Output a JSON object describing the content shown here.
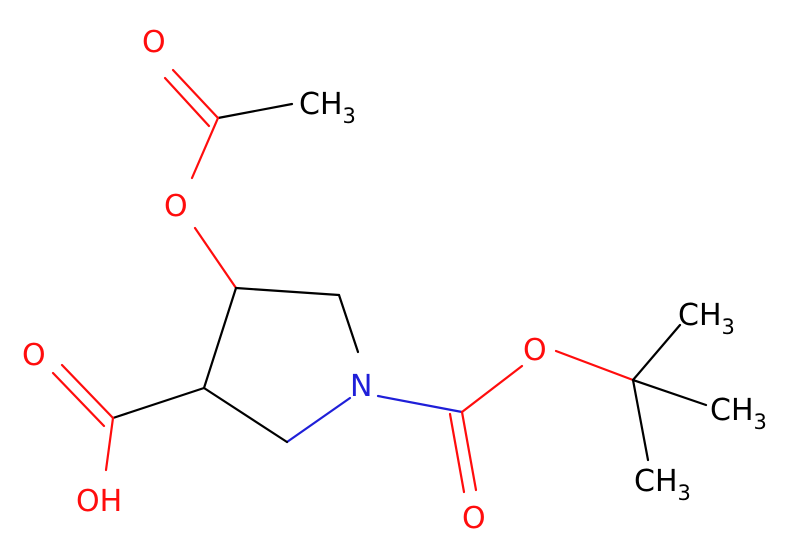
{
  "molecule": {
    "colors": {
      "carbon": "#000000",
      "oxygen": "#ff0d0d",
      "nitrogen": "#1f1fd8"
    },
    "labels": {
      "acetyl_carbonyl_o": "O",
      "acetyl_methyl": "CH",
      "acetyl_methyl_sub": "3",
      "ester_o": "O",
      "ring_n": "N",
      "boc_ester_o": "O",
      "boc_carbonyl_o": "O",
      "tbu_methyl_1": "CH",
      "tbu_methyl_1_sub": "3",
      "tbu_methyl_2": "CH",
      "tbu_methyl_2_sub": "3",
      "tbu_methyl_3": "CH",
      "tbu_methyl_3_sub": "3",
      "acid_carbonyl_o": "O",
      "acid_hydroxyl": "OH"
    }
  }
}
